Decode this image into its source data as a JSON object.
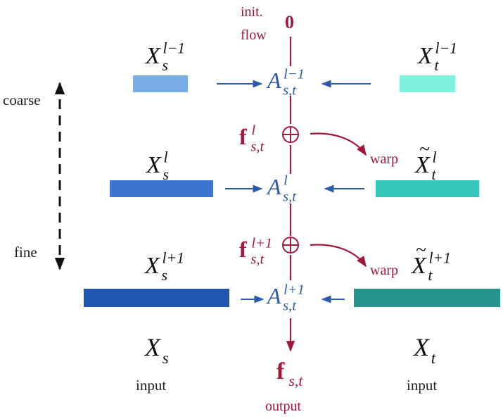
{
  "colors": {
    "flow": "#a3173a",
    "arrow": "#2c5aa8",
    "black": "#111111",
    "text": "#222222"
  },
  "axis": {
    "coarse_label": "coarse",
    "fine_label": "fine"
  },
  "init": {
    "line1": "init.",
    "line2": "flow",
    "zero": "0"
  },
  "levels": [
    {
      "id": "l-minus-1",
      "xs": {
        "base": "X",
        "sub": "s",
        "sup": "l−1"
      },
      "xt": {
        "base": "X",
        "sub": "t",
        "sup": "l−1",
        "tilde": false
      },
      "a": {
        "base": "A",
        "sub": "s,t",
        "sup": "l−1"
      },
      "src_color": "#7aace6",
      "tgt_color": "#7df0de"
    },
    {
      "id": "l",
      "xs": {
        "base": "X",
        "sub": "s",
        "sup": "l"
      },
      "xt": {
        "base": "X",
        "sub": "t",
        "sup": "l",
        "tilde": true
      },
      "a": {
        "base": "A",
        "sub": "s,t",
        "sup": "l"
      },
      "f": {
        "base": "f",
        "sub": "s,t",
        "sup": "l"
      },
      "warp": "warp",
      "src_color": "#3d74d0",
      "tgt_color": "#35c8bb"
    },
    {
      "id": "l-plus-1",
      "xs": {
        "base": "X",
        "sub": "s",
        "sup": "l+1"
      },
      "xt": {
        "base": "X",
        "sub": "t",
        "sup": "l+1",
        "tilde": true
      },
      "a": {
        "base": "A",
        "sub": "s,t",
        "sup": "l+1"
      },
      "f": {
        "base": "f",
        "sub": "s,t",
        "sup": "l+1"
      },
      "warp": "warp",
      "src_color": "#2156b0",
      "tgt_color": "#25948c"
    }
  ],
  "inputs": {
    "source": {
      "base": "X",
      "sub": "s",
      "caption": "input"
    },
    "target": {
      "base": "X",
      "sub": "t",
      "caption": "input"
    }
  },
  "output": {
    "base": "f",
    "sub": "s,t",
    "caption": "output"
  }
}
